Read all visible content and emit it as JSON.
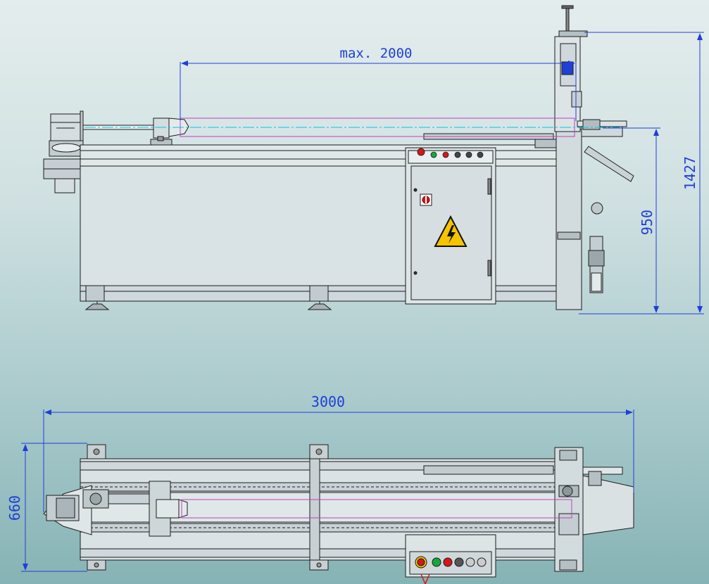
{
  "dimensions": {
    "max_length": "max. 2000",
    "total_height": "1427",
    "table_height": "950",
    "total_length": "3000",
    "width": "660"
  },
  "colors": {
    "dimension_line": "#1f3fd6",
    "workpiece_outline": "#c040c0",
    "axis_line": "#00c8d8",
    "machine_fill": "#d4dde0",
    "outline": "#1c1c1c",
    "warning_yellow": "#f5c400",
    "stop_red": "#d8151b",
    "start_green": "#14a83a"
  },
  "icons": [
    "high-voltage-warning-icon",
    "main-switch-icon",
    "emergency-stop-icon"
  ]
}
